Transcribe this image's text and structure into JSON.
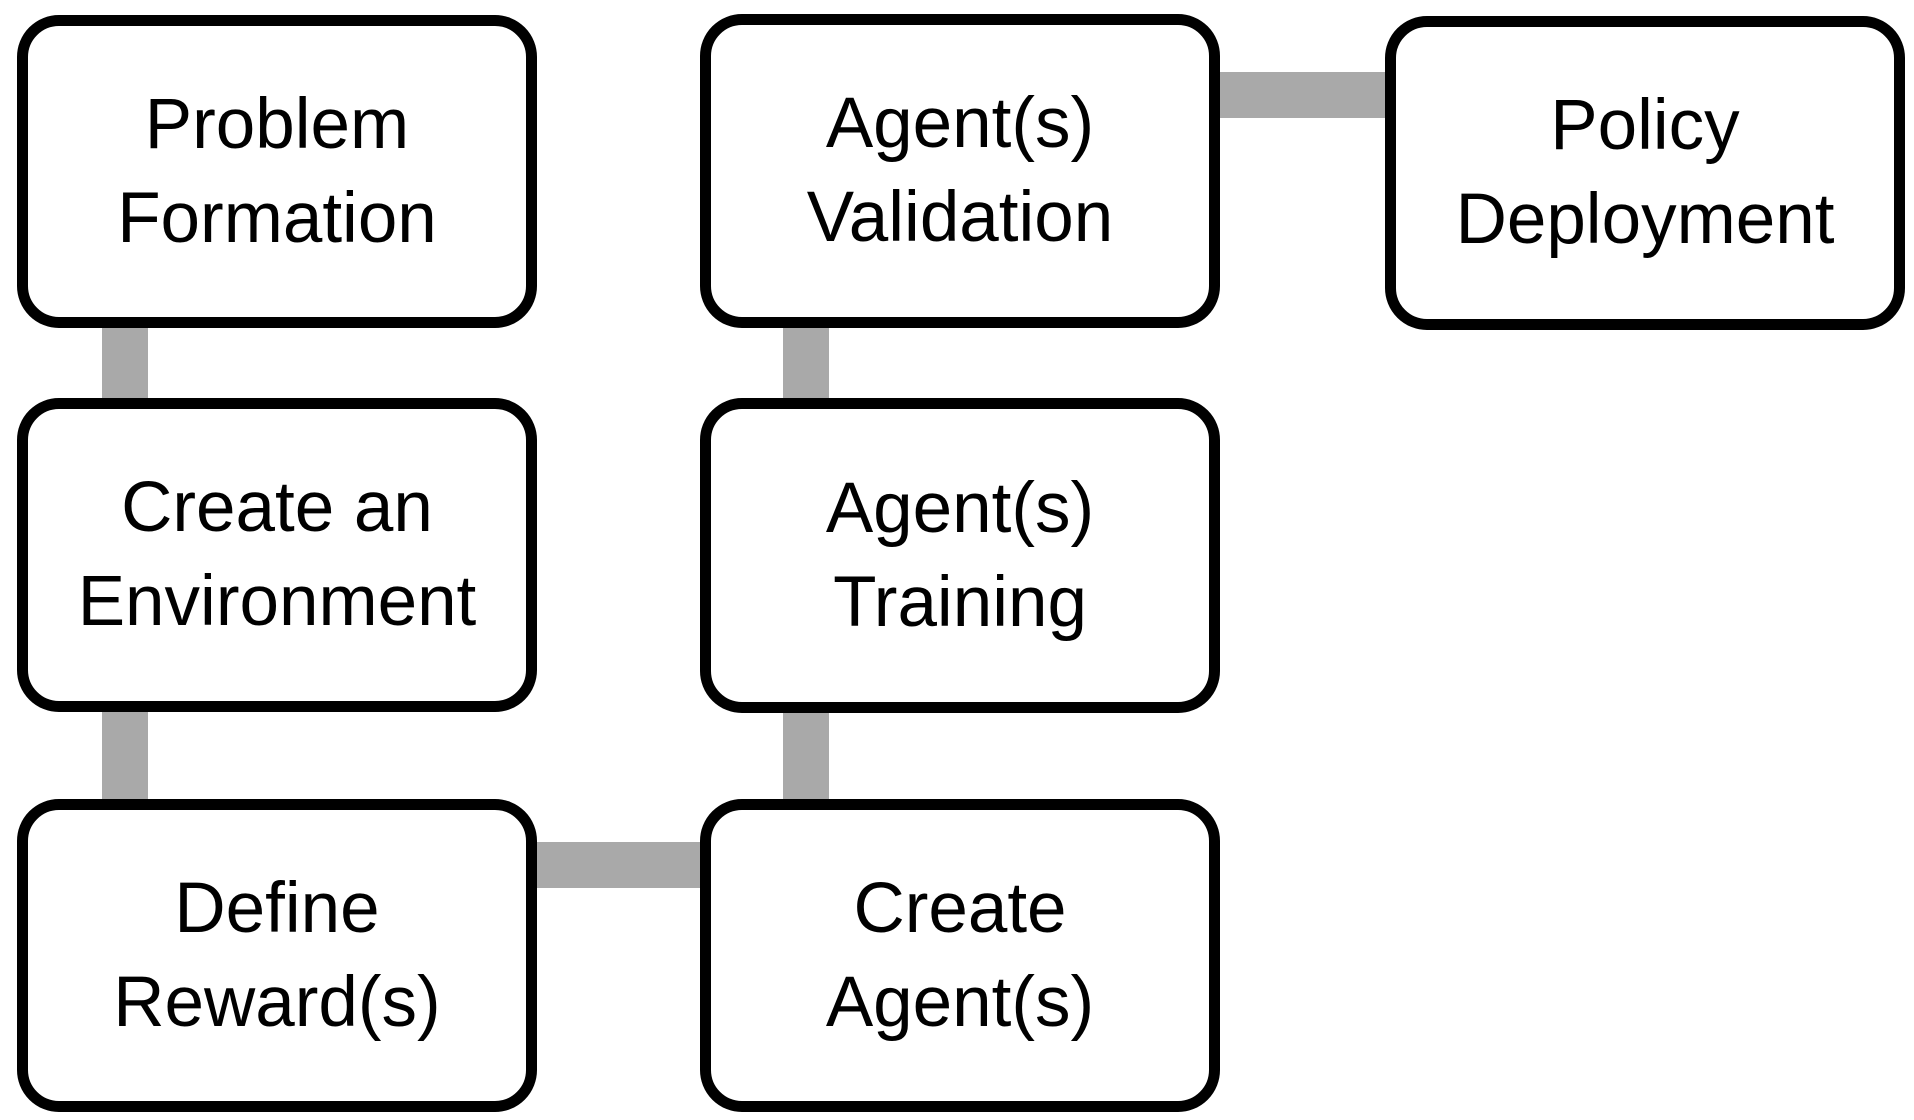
{
  "diagram": {
    "description": "Reinforcement learning workflow flowchart",
    "nodes": [
      {
        "id": "problem-formation",
        "label": "Problem\nFormation"
      },
      {
        "id": "create-environment",
        "label": "Create an\nEnvironment"
      },
      {
        "id": "define-rewards",
        "label": "Define\nReward(s)"
      },
      {
        "id": "agents-validation",
        "label": "Agent(s)\nValidation"
      },
      {
        "id": "agents-training",
        "label": "Agent(s)\nTraining"
      },
      {
        "id": "create-agents",
        "label": "Create\nAgent(s)"
      },
      {
        "id": "policy-deployment",
        "label": "Policy\nDeployment"
      }
    ],
    "edges": [
      {
        "from": "problem-formation",
        "to": "create-environment",
        "style": "thick-bar"
      },
      {
        "from": "create-environment",
        "to": "define-rewards",
        "style": "thick-bar"
      },
      {
        "from": "define-rewards",
        "to": "create-agents",
        "style": "thick-bar"
      },
      {
        "from": "create-agents",
        "to": "agents-training",
        "style": "thick-bar"
      },
      {
        "from": "agents-training",
        "to": "agents-validation",
        "style": "thick-bar"
      },
      {
        "from": "agents-validation",
        "to": "policy-deployment",
        "style": "thick-bar"
      }
    ],
    "colors": {
      "background": "#ffffff",
      "box_fill": "#ffffff",
      "box_border": "#000000",
      "connector": "#a9a9a9",
      "text": "#000000"
    }
  }
}
